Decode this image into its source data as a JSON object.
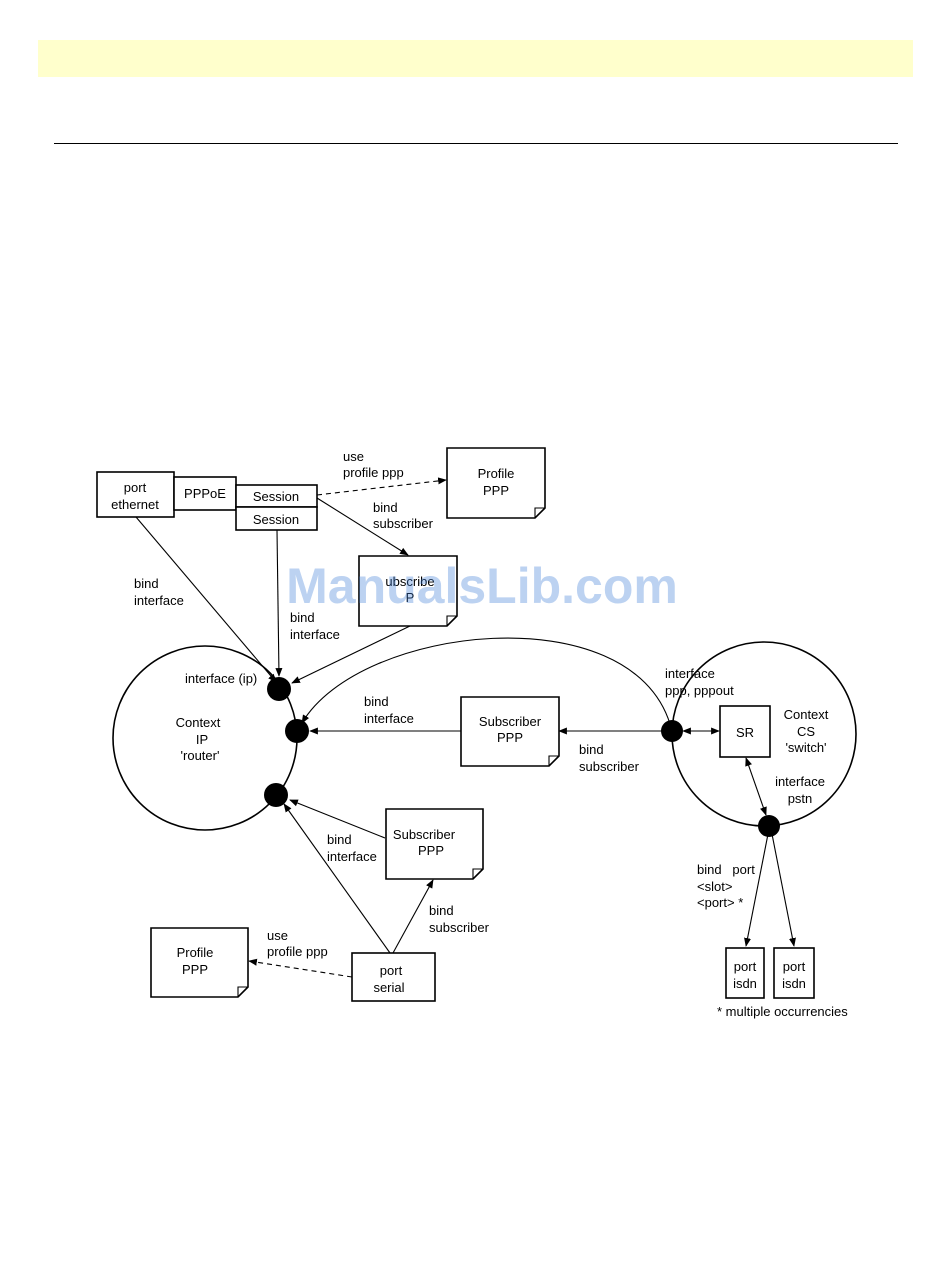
{
  "watermark": "ManualsLib.com",
  "nodes": {
    "port_ethernet": [
      "port",
      "ethernet"
    ],
    "pppoe": "PPPoE",
    "session_1": "Session",
    "session_2": "Session",
    "profile_ppp_top": [
      "Profile",
      "PPP"
    ],
    "subscriber_ppp_top": [
      "ubscribe",
      "P"
    ],
    "context_ip": [
      "Context",
      "IP",
      "'router'"
    ],
    "subscriber_ppp_mid": [
      "Subscriber",
      "PPP"
    ],
    "context_cs": [
      "Context",
      "CS",
      "'switch'"
    ],
    "sr": "SR",
    "subscriber_ppp_low": [
      "Subscriber",
      "PPP"
    ],
    "profile_ppp_low": [
      "Profile",
      "PPP"
    ],
    "port_serial": [
      "port",
      "serial"
    ],
    "port_isdn_1": [
      "port",
      "isdn"
    ],
    "port_isdn_2": [
      "port",
      "isdn"
    ]
  },
  "labels": {
    "use_profile_top": [
      "use",
      "profile ppp"
    ],
    "bind_subscriber_top": [
      "bind",
      "subscriber"
    ],
    "bind_interface_eth": [
      "bind",
      "interface"
    ],
    "bind_interface_session": [
      "bind",
      "interface"
    ],
    "interface_ip": "interface (ip)",
    "bind_interface_mid": [
      "bind",
      "interface"
    ],
    "bind_subscriber_mid": [
      "bind",
      "subscriber"
    ],
    "interface_ppp_pppout": [
      "interface",
      "ppp, pppout"
    ],
    "interface_pstn": [
      "interface",
      "pstn"
    ],
    "bind_interface_low": [
      "bind",
      "interface"
    ],
    "bind_subscriber_low": [
      "bind",
      "subscriber"
    ],
    "use_profile_low": [
      "use",
      "profile ppp"
    ],
    "bind_port": [
      "bind   port",
      "<slot>",
      "<port> *"
    ],
    "footnote": "* multiple occurrencies"
  }
}
